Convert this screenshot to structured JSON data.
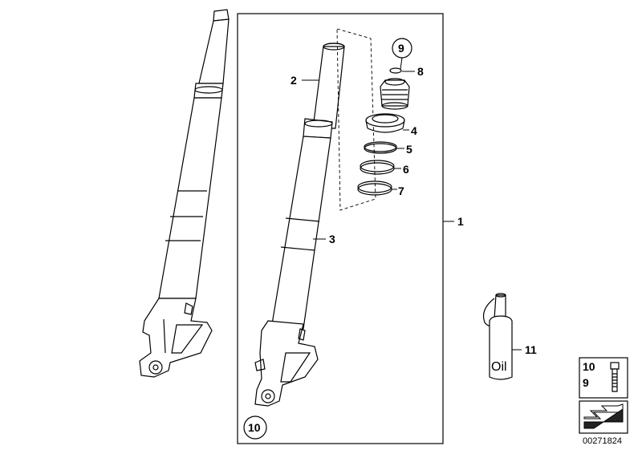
{
  "callouts": {
    "c1": "1",
    "c2": "2",
    "c3": "3",
    "c4": "4",
    "c5": "5",
    "c6": "6",
    "c7": "7",
    "c8": "8",
    "c9": "9",
    "c10": "10",
    "c11": "11"
  },
  "oil_text": "Oil",
  "legend": {
    "top": "10",
    "bottom": "9"
  },
  "diagram_number": "00271824"
}
